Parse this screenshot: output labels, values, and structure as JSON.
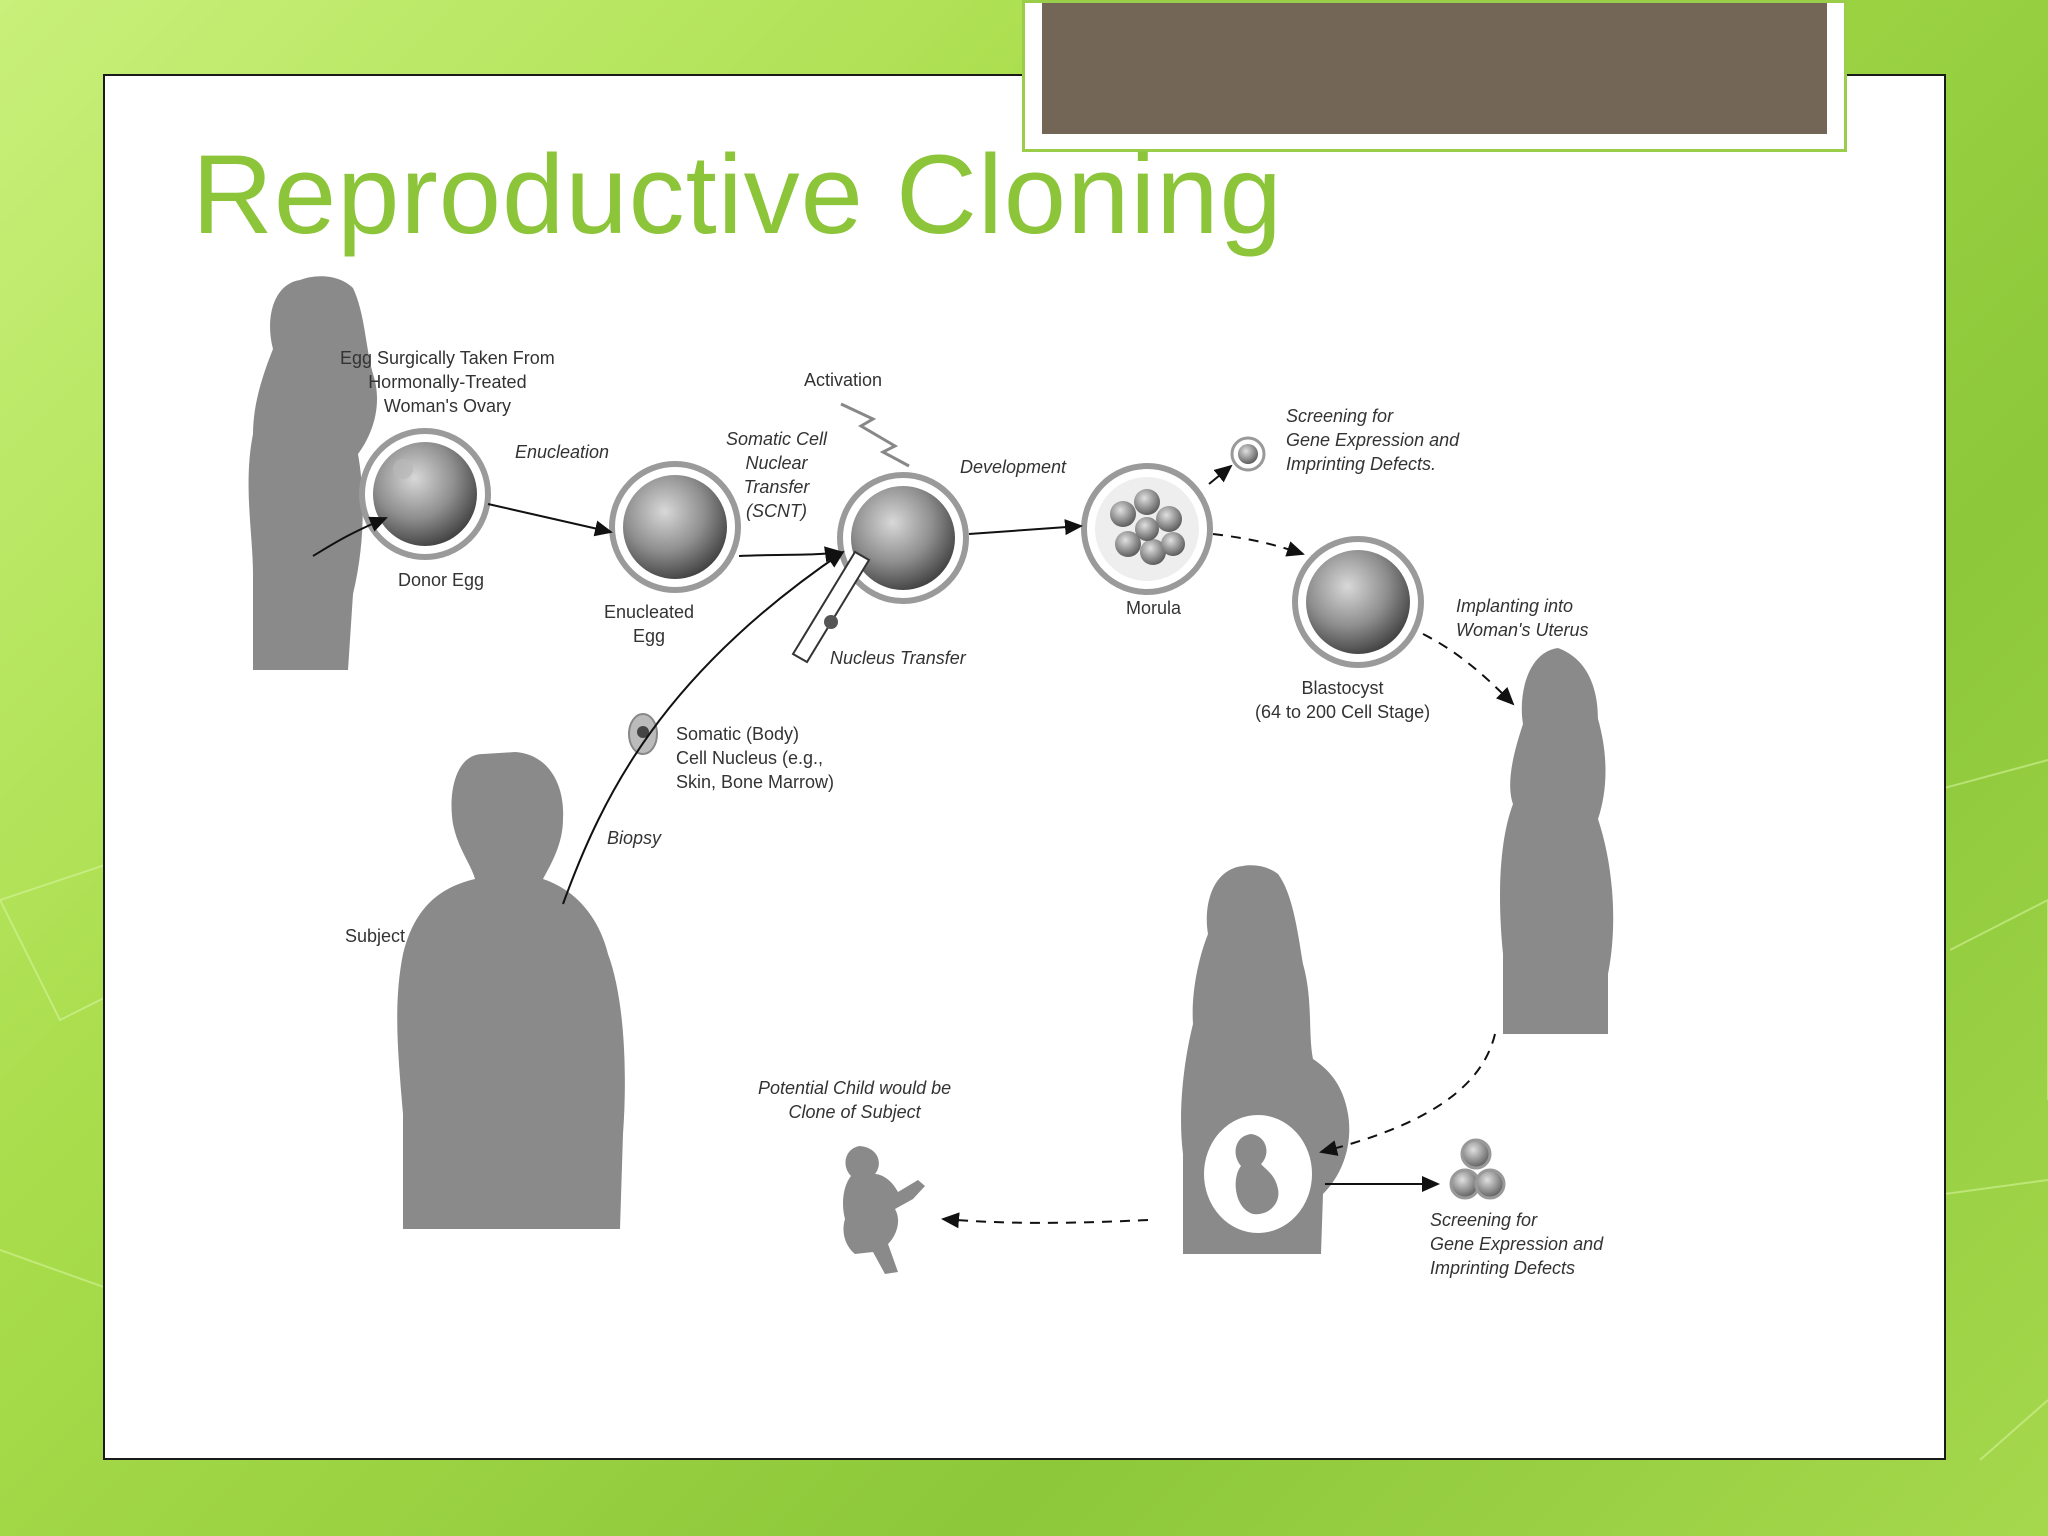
{
  "slide": {
    "title": "Reproductive Cloning"
  },
  "diagram": {
    "labels": {
      "egg_source": [
        "Egg Surgically Taken From",
        "Hormonally-Treated",
        "Woman's Ovary"
      ],
      "enucleation": "Enucleation",
      "donor_egg": "Donor Egg",
      "enucleated_egg": [
        "Enucleated",
        "Egg"
      ],
      "activation": "Activation",
      "scnt": [
        "Somatic Cell",
        "Nuclear",
        "Transfer",
        "(SCNT)"
      ],
      "nucleus_transfer": "Nucleus Transfer",
      "development": "Development",
      "morula": "Morula",
      "screening_top": [
        "Screening for",
        "Gene Expression and",
        "Imprinting Defects."
      ],
      "blastocyst": [
        "Blastocyst",
        "(64 to 200 Cell Stage)"
      ],
      "implanting": [
        "Implanting into",
        "Woman's Uterus"
      ],
      "somatic_nucleus": [
        "Somatic (Body)",
        "Cell Nucleus (e.g.,",
        "Skin, Bone Marrow)"
      ],
      "biopsy": "Biopsy",
      "subject": "Subject",
      "potential_child": [
        "Potential Child would be",
        "Clone of Subject"
      ],
      "screening_bottom": [
        "Screening for",
        "Gene Expression and",
        "Imprinting Defects"
      ]
    }
  },
  "colors": {
    "title": "#8cc43a",
    "title_box": "#736656",
    "silhouette": "#8a8a8a"
  }
}
